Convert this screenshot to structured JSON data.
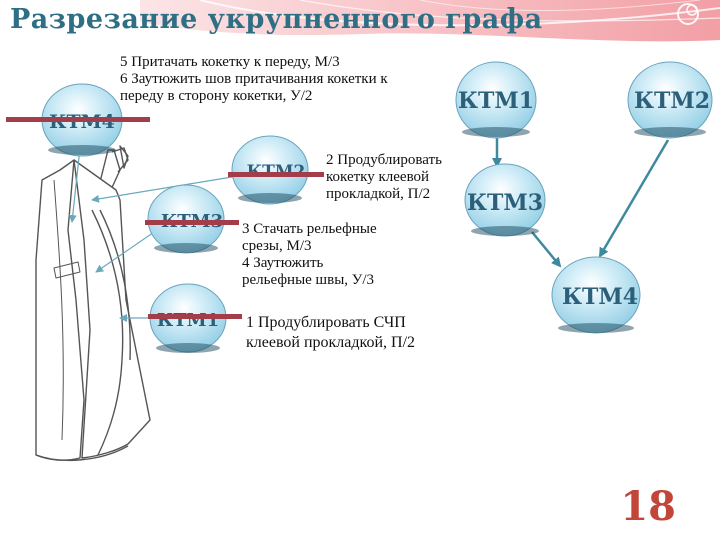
{
  "title": "Разрезание укрупненного графа",
  "page_number": "18",
  "colors": {
    "title": "#2f6f86",
    "node_fill": "#a8d8ea",
    "node_label": "#2b5f7a",
    "arrow": "#3d8a9f",
    "cut_bar": "#a33d4a",
    "page_number": "#c2453a",
    "banner": "#f19aa0"
  },
  "left_nodes": [
    {
      "id": "ktm4",
      "label": "КТМ4"
    },
    {
      "id": "ktm2",
      "label": "КТМ2"
    },
    {
      "id": "ktm3",
      "label": "КТМ3"
    },
    {
      "id": "ktm1",
      "label": "КТМ1"
    }
  ],
  "right_nodes": [
    {
      "id": "r-ktm1",
      "label": "КТМ1"
    },
    {
      "id": "r-ktm2",
      "label": "КТМ2"
    },
    {
      "id": "r-ktm3",
      "label": "КТМ3"
    },
    {
      "id": "r-ktm4",
      "label": "КТМ4"
    }
  ],
  "operations": {
    "op56": "5 Притачать кокетку к переду, М/3\n6 Заутюжить шов притачивания кокетки к\nпереду в сторону кокетки, У/2",
    "op2": "2 Продублировать\nкокетку клеевой\nпрокладкой, П/2",
    "op34": "3 Стачать рельефные\nсрезы, М/3\n4 Заутюжить\nрельефные швы, У/3",
    "op1": "1 Продублировать СЧП\n клеевой прокладкой, П/2"
  },
  "edges": [
    {
      "from": "r-ktm1",
      "to": "r-ktm3"
    },
    {
      "from": "r-ktm3",
      "to": "r-ktm4"
    },
    {
      "from": "r-ktm2",
      "to": "r-ktm4"
    }
  ]
}
